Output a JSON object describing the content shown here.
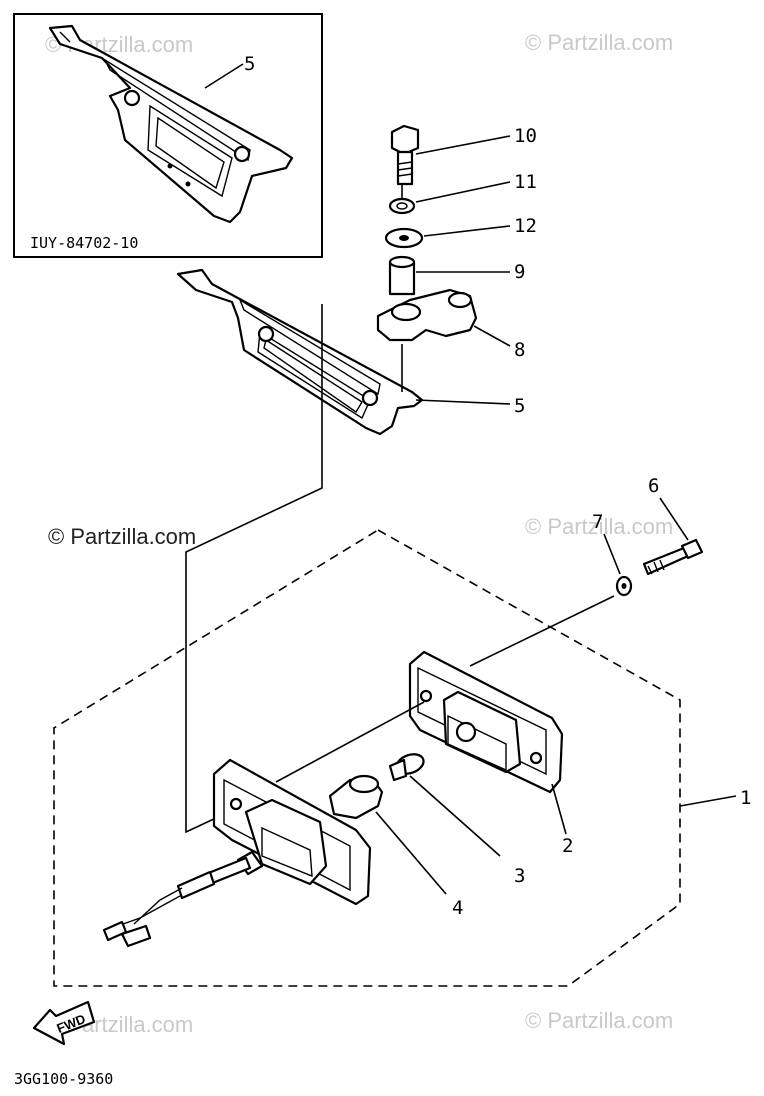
{
  "inset": {
    "code": "IUY-84702-10",
    "label": "5"
  },
  "diagram_code": "3GG100-9360",
  "fwd_label": "FWD",
  "watermarks": {
    "primary": "© Partzilla.com",
    "faint": "© Partzilla.com"
  },
  "callouts": [
    {
      "id": "10",
      "text": "10"
    },
    {
      "id": "11",
      "text": "11"
    },
    {
      "id": "12",
      "text": "12"
    },
    {
      "id": "9",
      "text": "9"
    },
    {
      "id": "8",
      "text": "8"
    },
    {
      "id": "5",
      "text": "5"
    },
    {
      "id": "6",
      "text": "6"
    },
    {
      "id": "7",
      "text": "7"
    },
    {
      "id": "1",
      "text": "1"
    },
    {
      "id": "2",
      "text": "2"
    },
    {
      "id": "3",
      "text": "3"
    },
    {
      "id": "4",
      "text": "4"
    }
  ]
}
